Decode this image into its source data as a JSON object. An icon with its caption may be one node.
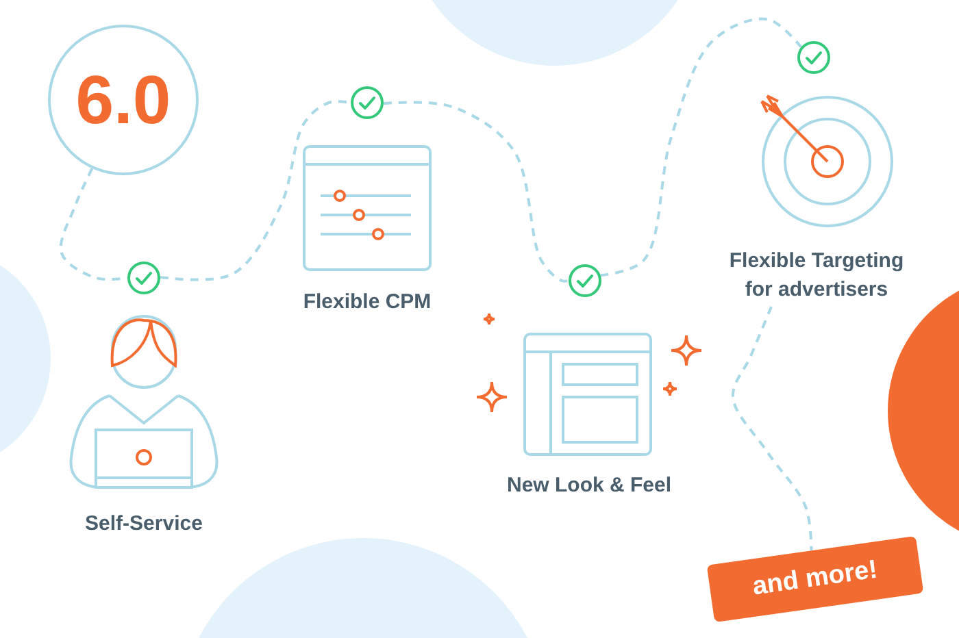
{
  "diagram": {
    "nodes": [
      {
        "text": [
          "6.0"
        ]
      },
      {
        "text": [],
        "shape": "circle"
      },
      {
        "text": [
          "Self-Service"
        ]
      },
      {
        "text": [],
        "shape": "circle"
      },
      {
        "text": [
          "Flexible CPM"
        ]
      },
      {
        "text": [],
        "shape": "circle"
      },
      {
        "text": [
          "New Look & Feel"
        ]
      },
      {
        "text": [],
        "shape": "circle"
      },
      {
        "text": [
          "Flexible Targeting for advertisers"
        ]
      },
      {
        "text": [
          "and more!"
        ]
      }
    ],
    "edges": [
      {
        "from": 0,
        "to": 1,
        "arrow": "none",
        "style": "dashed"
      },
      {
        "from": 1,
        "to": 3,
        "arrow": "none",
        "style": "dashed"
      },
      {
        "from": 3,
        "to": 5,
        "arrow": "none",
        "style": "dashed"
      },
      {
        "from": 5,
        "to": 7,
        "arrow": "none",
        "style": "dashed"
      },
      {
        "from": 8,
        "to": 9,
        "arrow": "none",
        "style": "dashed"
      }
    ]
  }
}
